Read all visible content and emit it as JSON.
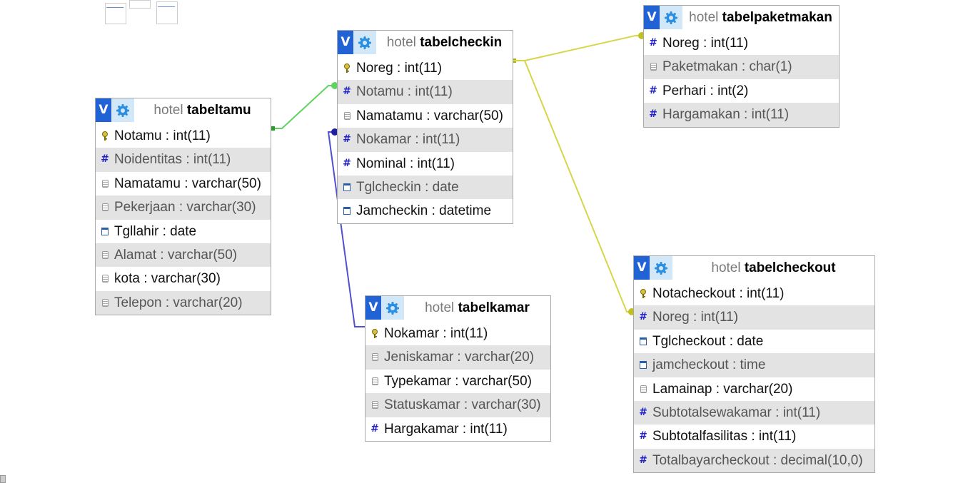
{
  "colors": {
    "toggle": "#2162d4",
    "link_tamu_checkin": "#5fd35f",
    "link_checkin_kamar": "#5050d0",
    "link_checkin_paket": "#d6d64a",
    "link_checkin_checkout": "#d6d64a",
    "key": "#b8a000",
    "hash": "#2222cc"
  },
  "tables": [
    {
      "id": "tabeltamu",
      "db": "hotel",
      "name": "tabeltamu",
      "fields": [
        {
          "text": "Notamu : int(11)",
          "icon": "key"
        },
        {
          "text": "Noidentitas : int(11)",
          "icon": "hash"
        },
        {
          "text": "Namatamu : varchar(50)",
          "icon": "text"
        },
        {
          "text": "Pekerjaan : varchar(30)",
          "icon": "text"
        },
        {
          "text": "Tgllahir : date",
          "icon": "date"
        },
        {
          "text": "Alamat : varchar(50)",
          "icon": "text"
        },
        {
          "text": "kota : varchar(30)",
          "icon": "text"
        },
        {
          "text": "Telepon : varchar(20)",
          "icon": "text"
        }
      ]
    },
    {
      "id": "tabelcheckin",
      "db": "hotel",
      "name": "tabelcheckin",
      "fields": [
        {
          "text": "Noreg : int(11)",
          "icon": "key"
        },
        {
          "text": "Notamu : int(11)",
          "icon": "hash"
        },
        {
          "text": "Namatamu : varchar(50)",
          "icon": "text"
        },
        {
          "text": "Nokamar : int(11)",
          "icon": "hash"
        },
        {
          "text": "Nominal : int(11)",
          "icon": "hash"
        },
        {
          "text": "Tglcheckin : date",
          "icon": "date"
        },
        {
          "text": "Jamcheckin : datetime",
          "icon": "date"
        }
      ]
    },
    {
      "id": "tabelkamar",
      "db": "hotel",
      "name": "tabelkamar",
      "fields": [
        {
          "text": "Nokamar : int(11)",
          "icon": "key"
        },
        {
          "text": "Jeniskamar : varchar(20)",
          "icon": "text"
        },
        {
          "text": "Typekamar : varchar(50)",
          "icon": "text"
        },
        {
          "text": "Statuskamar : varchar(30)",
          "icon": "text"
        },
        {
          "text": "Hargakamar : int(11)",
          "icon": "hash"
        }
      ]
    },
    {
      "id": "tabelpaketmakan",
      "db": "hotel",
      "name": "tabelpaketmakan",
      "fields": [
        {
          "text": "Noreg : int(11)",
          "icon": "hash"
        },
        {
          "text": "Paketmakan : char(1)",
          "icon": "text"
        },
        {
          "text": "Perhari : int(2)",
          "icon": "hash"
        },
        {
          "text": "Hargamakan : int(11)",
          "icon": "hash"
        }
      ]
    },
    {
      "id": "tabelcheckout",
      "db": "hotel",
      "name": "tabelcheckout",
      "fields": [
        {
          "text": "Notacheckout : int(11)",
          "icon": "key"
        },
        {
          "text": "Noreg : int(11)",
          "icon": "hash"
        },
        {
          "text": "Tglcheckout : date",
          "icon": "date"
        },
        {
          "text": "jamcheckout : time",
          "icon": "date"
        },
        {
          "text": "Lamainap : varchar(20)",
          "icon": "text"
        },
        {
          "text": "Subtotalsewakamar : int(11)",
          "icon": "hash"
        },
        {
          "text": "Subtotalfasilitas : int(11)",
          "icon": "hash"
        },
        {
          "text": "Totalbayarcheckout : decimal(10,0)",
          "icon": "hash"
        }
      ]
    }
  ],
  "toggle_label": "V"
}
